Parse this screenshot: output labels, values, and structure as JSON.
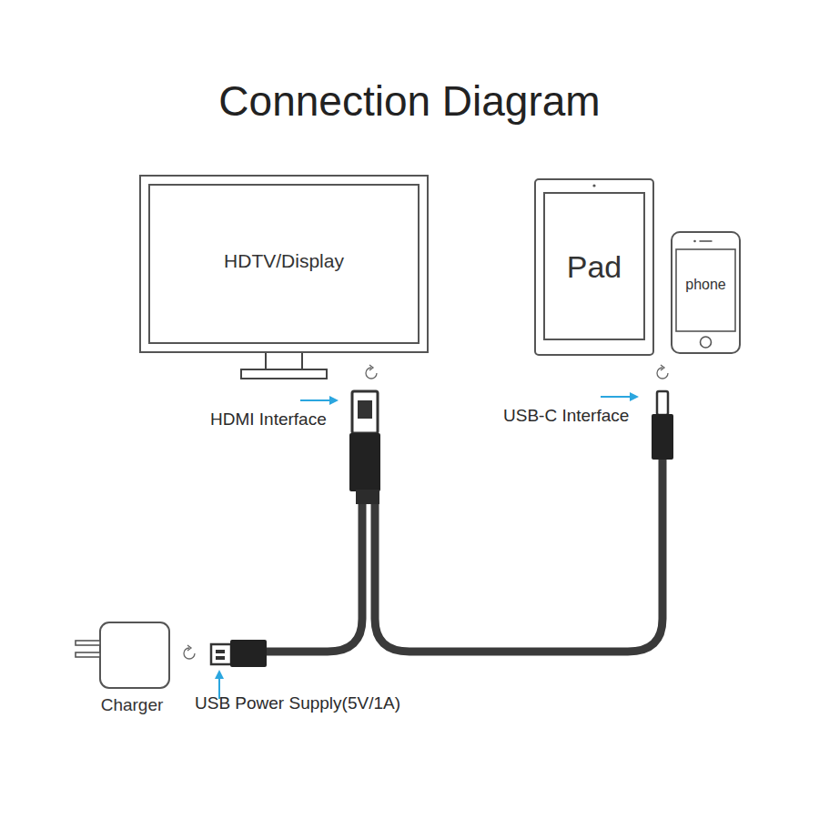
{
  "diagram": {
    "title": "Connection Diagram",
    "nodes": [
      {
        "text": [
          "HDTV/Display"
        ]
      },
      {
        "text": [
          "Pad"
        ]
      },
      {
        "text": [
          "phone"
        ]
      },
      {
        "text": [
          "Charger"
        ]
      }
    ],
    "labels": [
      "HDMI Interface",
      "USB-C Interface",
      "USB Power Supply(5V/1A)"
    ]
  }
}
